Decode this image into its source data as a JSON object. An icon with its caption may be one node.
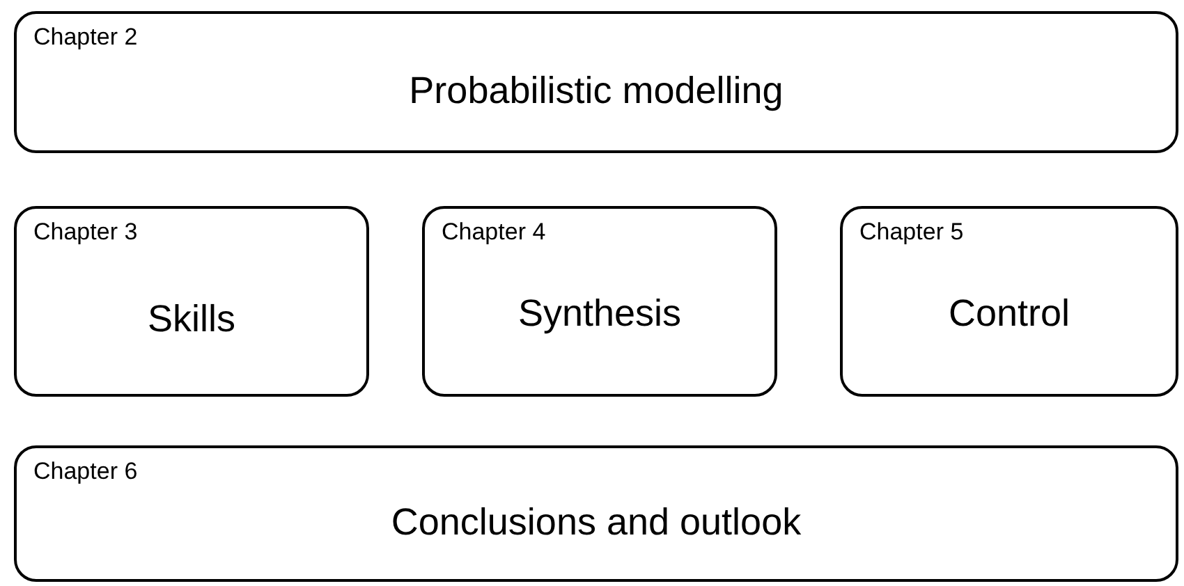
{
  "diagram": {
    "nodes": [
      {
        "text": [
          "Chapter 2",
          "Probabilistic modelling"
        ]
      },
      {
        "text": [
          "Chapter 3",
          "Skills"
        ]
      },
      {
        "text": [
          "Chapter 4",
          "Synthesis"
        ]
      },
      {
        "text": [
          "Chapter 5",
          "Control"
        ]
      },
      {
        "text": [
          "Chapter 6",
          "Conclusions and outlook"
        ]
      }
    ]
  }
}
